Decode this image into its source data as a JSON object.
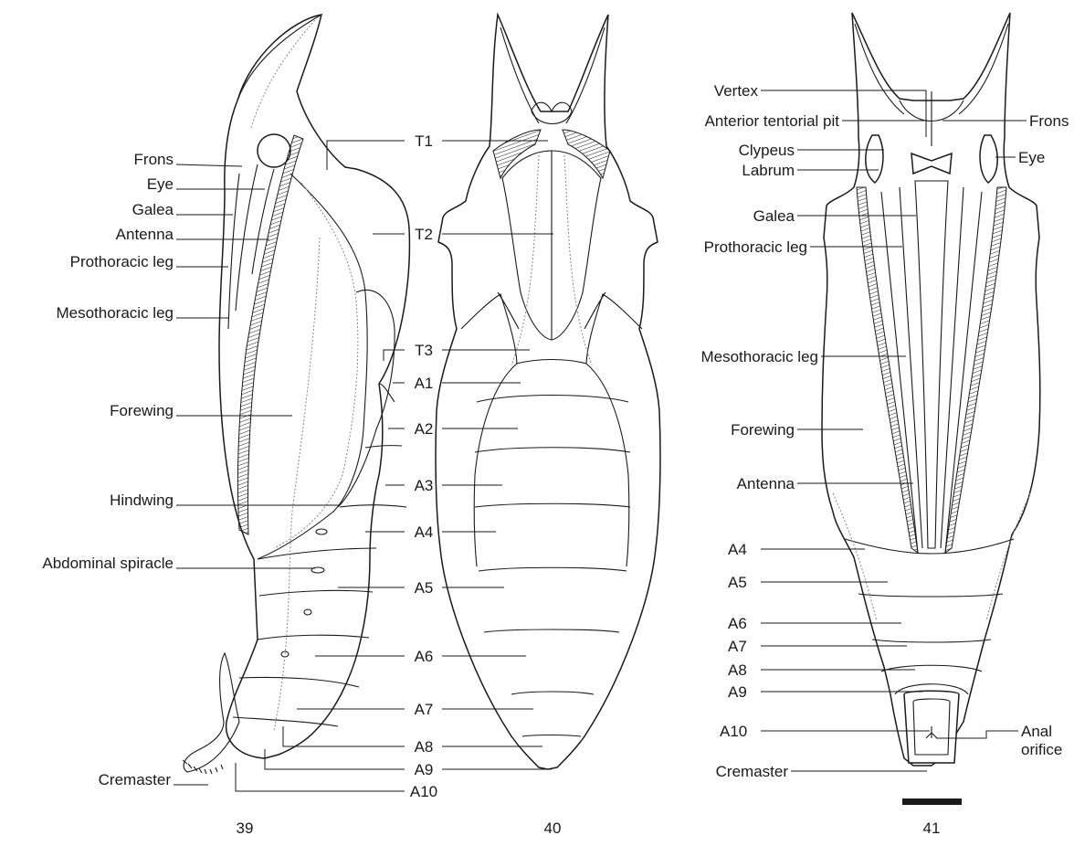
{
  "figure_numbers": [
    "39",
    "40",
    "41"
  ],
  "lateral_left_labels": [
    "Frons",
    "Eye",
    "Galea",
    "Antenna",
    "Prothoracic leg",
    "Mesothoracic leg",
    "Forewing",
    "Hindwing",
    "Abdominal spiracle",
    "Cremaster"
  ],
  "middle_labels": [
    "T1",
    "T2",
    "T3",
    "A1",
    "A2",
    "A3",
    "A4",
    "A5",
    "A6",
    "A7",
    "A8",
    "A9",
    "A10"
  ],
  "ventral_left_labels": [
    "Vertex",
    "Anterior tentorial pit",
    "Clypeus",
    "Labrum",
    "Galea",
    "Prothoracic leg",
    "Mesothoracic leg",
    "Forewing",
    "Antenna",
    "A4",
    "A5",
    "A6",
    "A7",
    "A8",
    "A9",
    "A10",
    "Cremaster"
  ],
  "ventral_right_labels": [
    "Frons",
    "Eye",
    "Anal",
    "orifice"
  ],
  "colors": {
    "ink": "#1a1a1a",
    "dotted": "#888888",
    "background": "#ffffff"
  }
}
